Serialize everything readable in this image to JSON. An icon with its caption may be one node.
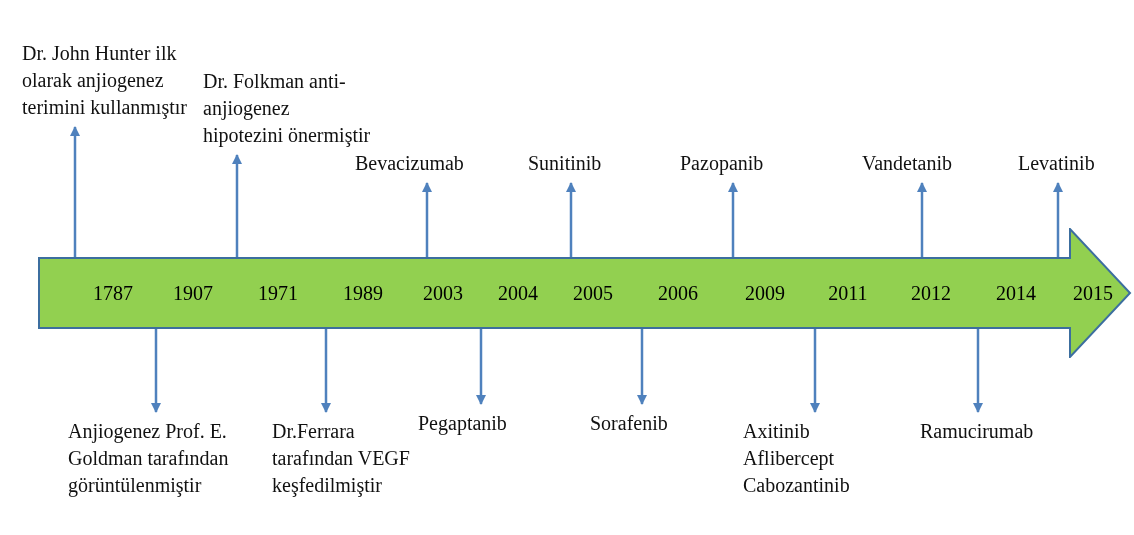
{
  "diagram": {
    "nodes": [
      {
        "text": [
          "Dr. John Hunter ilk olarak anjiogenez terimini kullanmıştır"
        ]
      },
      {
        "text": [
          "Dr. Folkman anti-anjiogenez hipotezini önermiştir"
        ]
      },
      {
        "text": [
          "Bevacizumab"
        ]
      },
      {
        "text": [
          "Sunitinib"
        ]
      },
      {
        "text": [
          "Pazopanib"
        ]
      },
      {
        "text": [
          "Vandetanib"
        ]
      },
      {
        "text": [
          "Levatinib"
        ]
      },
      {
        "text": [],
        "shape": "arrow"
      },
      {
        "text": [
          "1787"
        ],
        "in": 7
      },
      {
        "text": [
          "1907"
        ],
        "in": 7
      },
      {
        "text": [
          "1971"
        ],
        "in": 7
      },
      {
        "text": [
          "1989"
        ],
        "in": 7
      },
      {
        "text": [
          "2003"
        ],
        "in": 7
      },
      {
        "text": [
          "2004"
        ],
        "in": 7
      },
      {
        "text": [
          "2005"
        ],
        "in": 7
      },
      {
        "text": [
          "2006"
        ],
        "in": 7
      },
      {
        "text": [
          "2009"
        ],
        "in": 7
      },
      {
        "text": [
          "2011"
        ],
        "in": 7
      },
      {
        "text": [
          "2012"
        ],
        "in": 7
      },
      {
        "text": [
          "2014"
        ],
        "in": 7
      },
      {
        "text": [
          "2015"
        ],
        "in": 7
      },
      {
        "text": [
          "Anjiogenez Prof. E. Goldman tarafından görüntülenmiştir"
        ]
      },
      {
        "text": [
          "Dr.Ferrara tarafından VEGF keşfedilmiştir"
        ]
      },
      {
        "text": [
          "Pegaptanib"
        ]
      },
      {
        "text": [
          "Sorafenib"
        ]
      },
      {
        "text": [
          "Axitinib",
          "Aflibercept",
          "Cabozantinib"
        ]
      },
      {
        "text": [
          "Ramucirumab"
        ]
      }
    ],
    "edges": [
      {
        "from": 8,
        "to": 0,
        "arrow": "to"
      },
      {
        "from": 10,
        "to": 1,
        "arrow": "to"
      },
      {
        "from": 12,
        "to": 2,
        "arrow": "to"
      },
      {
        "from": 14,
        "to": 3,
        "arrow": "to"
      },
      {
        "from": 16,
        "to": 4,
        "arrow": "to"
      },
      {
        "from": 18,
        "to": 5,
        "arrow": "to"
      },
      {
        "from": 20,
        "to": 6,
        "arrow": "to"
      },
      {
        "from": 9,
        "to": 21,
        "arrow": "to"
      },
      {
        "from": 11,
        "to": 22,
        "arrow": "to"
      },
      {
        "from": 13,
        "to": 23,
        "arrow": "to"
      },
      {
        "from": 15,
        "to": 24,
        "arrow": "to"
      },
      {
        "from": 17,
        "to": 25,
        "arrow": "to"
      },
      {
        "from": 19,
        "to": 26,
        "arrow": "to"
      }
    ]
  }
}
